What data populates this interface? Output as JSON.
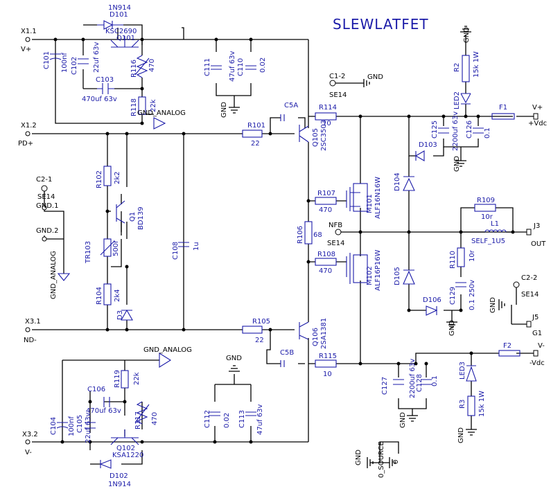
{
  "title": "SLEWLATFET",
  "ports": {
    "x1_1": "X1.1",
    "vplus_in": "V+",
    "x1_2": "X1.2",
    "pd_plus": "PD+",
    "x3_1": "X3.1",
    "nd_minus": "ND-",
    "x3_2": "X3.2",
    "vminus_in": "V-",
    "c2_1": "C2-1",
    "se14_a": "SE14",
    "gnd_1": "GND.1",
    "gnd_2": "GND.2",
    "c1_2": "C1-2",
    "se14_b": "SE14",
    "nfb": "NFB",
    "se14_c": "SE14",
    "c2_2": "C2-2",
    "se14_d": "SE14",
    "j3": "J3",
    "out": "OUT",
    "j5": "J5",
    "g1": "G1",
    "vplus_out": "V+",
    "plus_vdc": "+Vdc",
    "vminus_out": "V-",
    "minus_vdc": "-Vdc",
    "gnd_analog_1": "GND_ANALOG",
    "gnd_analog_2": "GND_ANALOG",
    "gnd_analog_3": "GND_ANALOG",
    "gnd": "GND",
    "gnd_source": "0_SOURCE",
    "zero": "0"
  },
  "components": {
    "d101": "D101",
    "d101_type": "1N914",
    "q101": "Q101",
    "q101_type": "KSC2690",
    "c101": "C101",
    "c101_val": "100nf",
    "c102": "C102",
    "c102_val": "22uf 63v",
    "c103": "C103",
    "c103_val": "470uf 63v",
    "r116": "R116",
    "r116_val": "470",
    "r118": "R118",
    "r118_val": "22k",
    "c111": "C111",
    "c111_val": "47uf 63v",
    "c110": "C110",
    "c110_val": "0.02",
    "r101": "R101",
    "r101_val": "22",
    "c5a": "C5A",
    "q105": "Q105",
    "q105_type": "2SC3503",
    "r114": "R114",
    "r114_val": "10",
    "r2": "R2",
    "r2_val": "15k 1W",
    "led2": "LED2",
    "c125": "C125",
    "c125_val": "2200uf 63v",
    "c126": "C126",
    "c126_val": "0.1",
    "f1": "F1",
    "d103": "D103",
    "d104": "D104",
    "r102": "R102",
    "r102_val": "2k2",
    "q1": "Q1",
    "q1_type": "BD139",
    "r107": "R107",
    "r107_val": "470",
    "m101": "M101",
    "m101_type": "ALF16N16W",
    "r109": "R109",
    "r109_val": "10r",
    "l1": "L1",
    "l1_val": "SELF_1U5",
    "tr103": "TR103",
    "tr103_val": "500r",
    "c108": "C108",
    "c108_val": "1u",
    "r106": "R106",
    "r106_val": "68",
    "r108": "R108",
    "r108_val": "470",
    "m102": "M102",
    "m102_type": "ALF16P16W",
    "d105": "D105",
    "r110": "R110",
    "r110_val": "10r",
    "c129": "C129",
    "c129_val": "0.1 250v",
    "d106": "D106",
    "r104": "R104",
    "r104_val": "2k4",
    "d3": "D3",
    "r105": "R105",
    "r105_val": "22",
    "q106": "Q106",
    "q106_type": "2SA1381",
    "c5b": "C5B",
    "r115": "R115",
    "r115_val": "10",
    "f2": "F2",
    "led3": "LED3",
    "r119": "R119",
    "r119_val": "22k",
    "c106": "C106",
    "c106_val": "470uf 63v",
    "c127": "C127",
    "c127_val": "2200uf 63v",
    "c128": "C128",
    "c128_val": "0.1",
    "r3": "R3",
    "r3_val": "15k 1W",
    "c104": "C104",
    "c104_val": "100nf",
    "c105": "C105",
    "c105_val": "22uf 63v",
    "r117": "R117",
    "r117_val": "470",
    "c112": "C112",
    "c112_val": "0.02",
    "c113": "C113",
    "c113_val": "47uf 63v",
    "q102": "Q102",
    "q102_type": "KSA1220",
    "d102": "D102",
    "d102_type": "1N914"
  }
}
